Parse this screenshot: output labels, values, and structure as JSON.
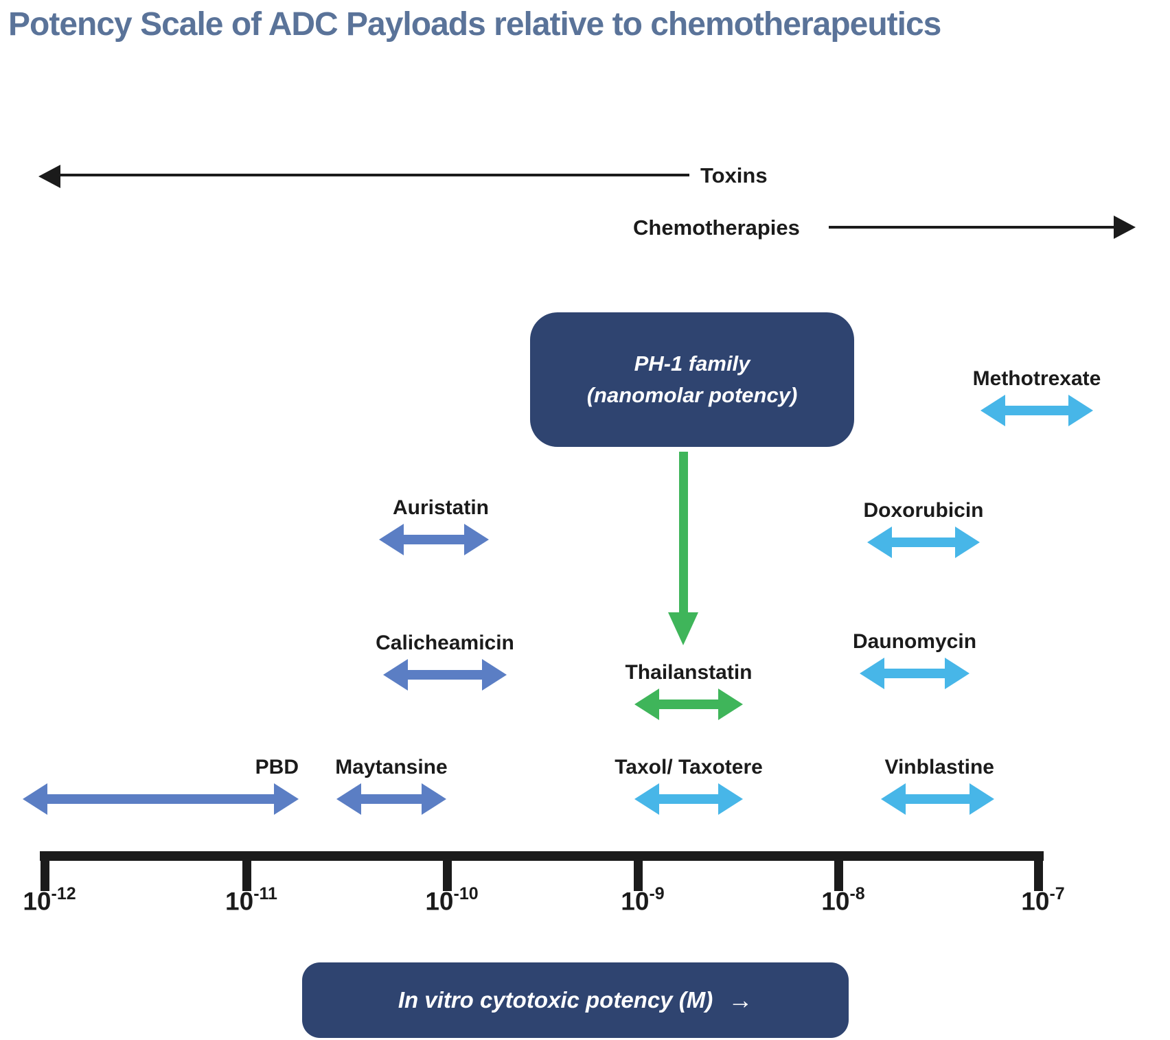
{
  "palette": {
    "title-color": "#5a7399",
    "navy": "#2f4470",
    "toxin-blue": "#5b7ec4",
    "chemo-blue": "#47b6e8",
    "green": "#3fb55a",
    "ink": "#1b1b1b"
  },
  "title": "Potency Scale of ADC Payloads relative to chemotherapeutics",
  "category_arrows": {
    "toxins": {
      "label": "Toxins",
      "direction": "left"
    },
    "chemotherapies": {
      "label": "Chemotherapies",
      "direction": "right"
    }
  },
  "ph1_box": {
    "line1": "PH-1 family",
    "line2": "(nanomolar potency)"
  },
  "drugs": [
    {
      "label": "PBD",
      "type": "toxin",
      "approx_range_M": [
        "1e-12",
        "2e-11"
      ]
    },
    {
      "label": "Maytansine",
      "type": "toxin",
      "approx_range_M": [
        "3e-11",
        "1e-10"
      ]
    },
    {
      "label": "Auristatin",
      "type": "toxin",
      "approx_range_M": [
        "5e-11",
        "1.7e-10"
      ]
    },
    {
      "label": "Calicheamicin",
      "type": "toxin",
      "approx_range_M": [
        "5e-11",
        "2e-10"
      ]
    },
    {
      "label": "Thailanstatin",
      "type": "green",
      "approx_range_M": [
        "1e-9",
        "3e-9"
      ]
    },
    {
      "label": "Taxol/ Taxotere",
      "type": "chemo",
      "approx_range_M": [
        "1e-9",
        "3e-9"
      ]
    },
    {
      "label": "Vinblastine",
      "type": "chemo",
      "approx_range_M": [
        "1.6e-8",
        "6e-8"
      ]
    },
    {
      "label": "Daunomycin",
      "type": "chemo",
      "approx_range_M": [
        "1.3e-8",
        "4.5e-8"
      ]
    },
    {
      "label": "Doxorubicin",
      "type": "chemo",
      "approx_range_M": [
        "1.4e-8",
        "5e-8"
      ]
    },
    {
      "label": "Methotrexate",
      "type": "chemo",
      "approx_range_M": [
        "5e-8",
        "2e-7"
      ]
    }
  ],
  "axis": {
    "scale": "log10",
    "unit": "M",
    "ticks": [
      {
        "base": "10",
        "exp": "-12"
      },
      {
        "base": "10",
        "exp": "-11"
      },
      {
        "base": "10",
        "exp": "-10"
      },
      {
        "base": "10",
        "exp": "-9"
      },
      {
        "base": "10",
        "exp": "-8"
      },
      {
        "base": "10",
        "exp": "-7"
      }
    ]
  },
  "footer": {
    "label": "In vitro cytotoxic potency (M)",
    "arrow_glyph": "→"
  }
}
